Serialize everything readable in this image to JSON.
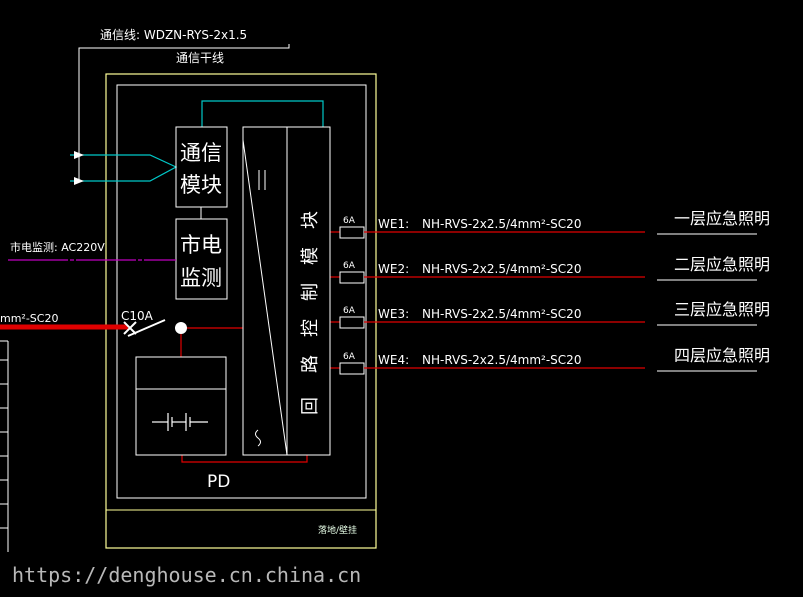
{
  "top": {
    "comm_cable": "通信线: WDZN-RYS-2x1.5",
    "comm_trunk": "通信干线"
  },
  "left": {
    "mains_monitor": "市电监测: AC220V",
    "incoming_cable": "mm²-SC20"
  },
  "modules": {
    "comm_line1": "通信",
    "comm_line2": "模块",
    "mains_line1": "市电",
    "mains_line2": "监测",
    "loop_control": [
      "回",
      "路",
      "控",
      "制",
      "模",
      "块"
    ],
    "breaker": "C10A",
    "power_supply": "PD",
    "mount": "落地/壁挂"
  },
  "circuits": [
    {
      "fuse": "6A",
      "id": "WE1:",
      "cable": "NH-RVS-2x2.5/4mm²-SC20",
      "load": "一层应急照明"
    },
    {
      "fuse": "6A",
      "id": "WE2:",
      "cable": "NH-RVS-2x2.5/4mm²-SC20",
      "load": "二层应急照明"
    },
    {
      "fuse": "6A",
      "id": "WE3:",
      "cable": "NH-RVS-2x2.5/4mm²-SC20",
      "load": "三层应急照明"
    },
    {
      "fuse": "6A",
      "id": "WE4:",
      "cable": "NH-RVS-2x2.5/4mm²-SC20",
      "load": "四层应急照明"
    }
  ],
  "watermark": "https://denghouse.cn.china.cn",
  "colors": {
    "background": "#000000",
    "panel_outline": "#ffff99",
    "module_outline": "#ffffff",
    "comm_wire": "#00c8c8",
    "power_wire": "#e00000",
    "monitor_wire": "#c000c0"
  }
}
